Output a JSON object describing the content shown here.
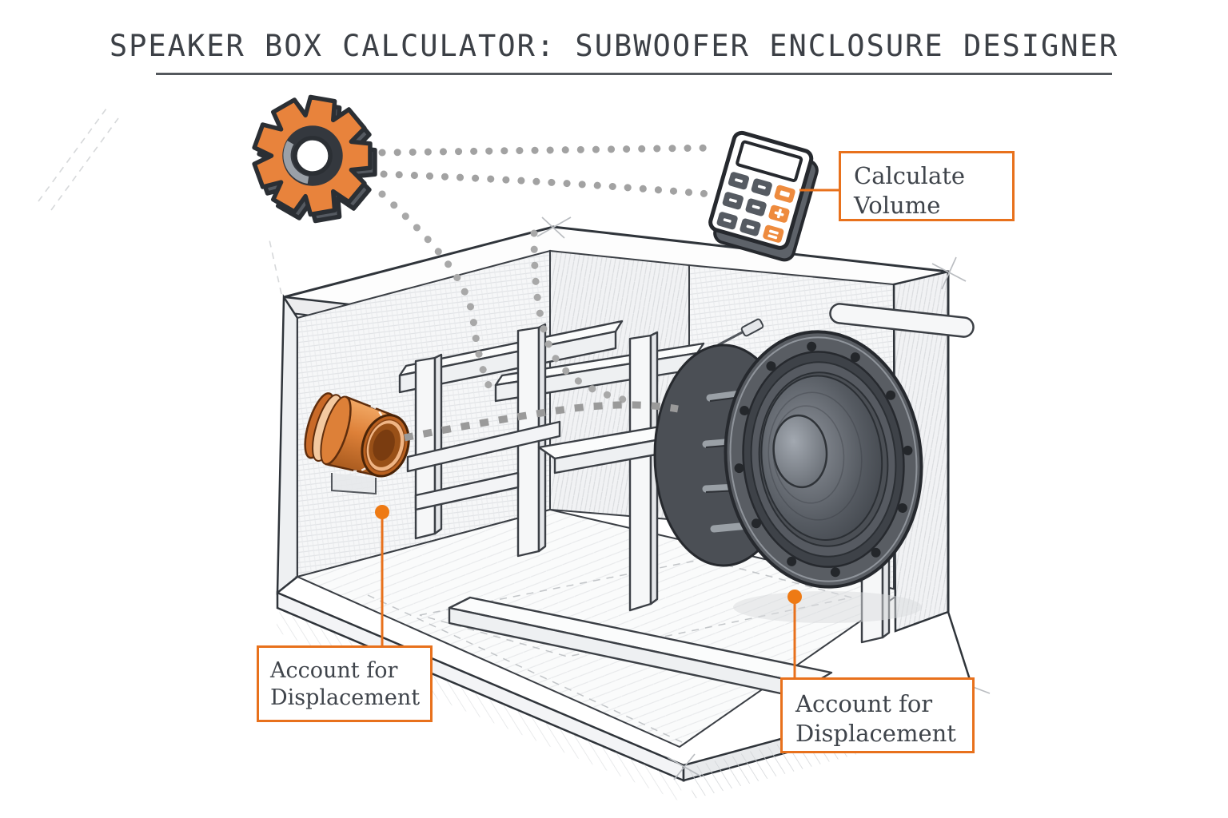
{
  "title": {
    "text": "SPEAKER BOX CALCULATOR: SUBWOOFER ENCLOSURE DESIGNER"
  },
  "callouts": {
    "calculate_volume": {
      "text": "Calculate Volume"
    },
    "displacement_left": {
      "text": "Account for Displacement"
    },
    "displacement_right": {
      "text": "Account for Displacement"
    }
  },
  "illustration": {
    "icons": {
      "gear_icon": "gear",
      "calculator_icon": "calculator"
    },
    "parts": {
      "enclosure": "isometric cutaway subwoofer enclosure sketch",
      "port_tube": "bass reflex port tube",
      "subwoofer_driver": "subwoofer speaker driver",
      "internal_bracing": "internal window bracing",
      "airflow": "dotted flow path from gear and calculator into enclosure"
    },
    "colors": {
      "accent_orange": "#E8711C",
      "gear_orange": "#E8833C",
      "port_orange": "#D97A2E",
      "ink": "#2F343A",
      "dot_gray": "#A2A2A2",
      "text": "#3F444B",
      "rule_gray": "#54585D"
    }
  }
}
